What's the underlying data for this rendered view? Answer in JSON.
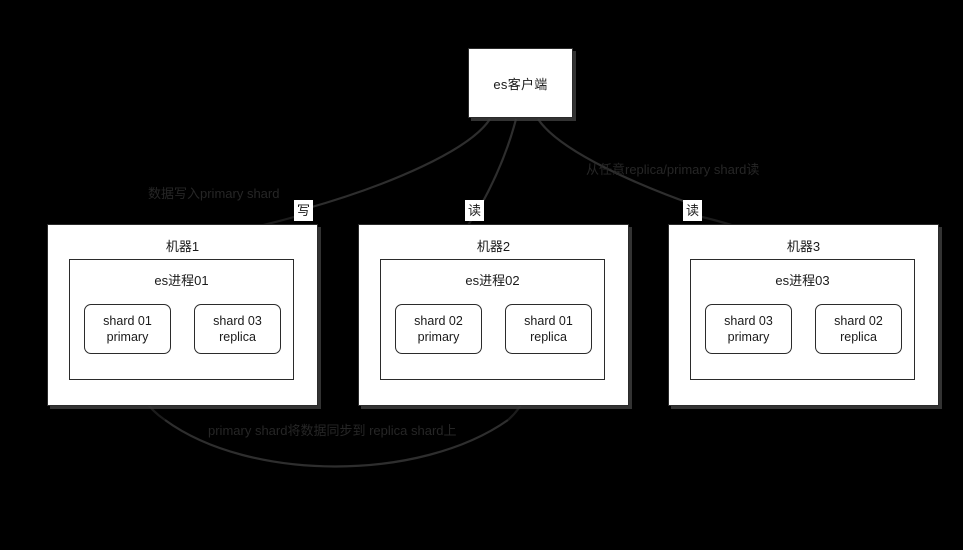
{
  "diagram": {
    "title": "es客户端",
    "background_color": "#000000",
    "box_fill": "#ffffff",
    "stroke_color": "#2b2b2b",
    "dim_label_color": "#262626",
    "client": {
      "label": "es客户端"
    },
    "machines": [
      {
        "title": "机器1",
        "process": "es进程01",
        "shards": [
          {
            "name": "shard 01",
            "role": "primary"
          },
          {
            "name": "shard 03",
            "role": "replica"
          }
        ]
      },
      {
        "title": "机器2",
        "process": "es进程02",
        "shards": [
          {
            "name": "shard 02",
            "role": "primary"
          },
          {
            "name": "shard 01",
            "role": "replica"
          }
        ]
      },
      {
        "title": "机器3",
        "process": "es进程03",
        "shards": [
          {
            "name": "shard 03",
            "role": "primary"
          },
          {
            "name": "shard 02",
            "role": "replica"
          }
        ]
      }
    ],
    "edge_chips": [
      {
        "label": "写"
      },
      {
        "label": "读"
      },
      {
        "label": "读"
      }
    ],
    "edge_labels": {
      "write_primary": "数据写入primary shard",
      "read_any": "从任意replica/primary shard读",
      "sync": "primary shard将数据同步到 replica shard上"
    }
  }
}
